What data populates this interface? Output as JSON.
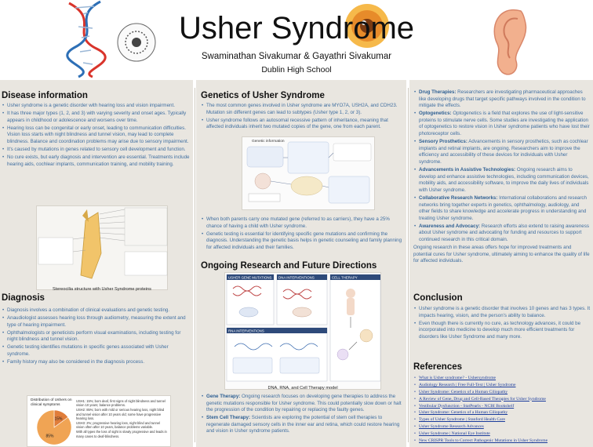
{
  "header": {
    "title": "Usher Syndrome",
    "authors": "Swaminathan Sivakumar & Gayathri Sivakumar",
    "school": "Dublin High School"
  },
  "disease": {
    "heading": "Disease information",
    "bullets": [
      "Usher syndrome is a genetic disorder with hearing loss and vision impairment.",
      "It has three major types (1, 2, and 3) with varying severity and onset ages. Typically appears in childhood or adolescence and worsens over time.",
      "Hearing loss can be congenital or early onset, leading to communication difficulties. Vision loss starts with night blindness and tunnel vision, may lead to complete blindness. Balance and coordination problems may arise due to sensory impairment.",
      "It's caused by mutations in genes related to sensory cell development and function.",
      "No cure exists, but early diagnosis and intervention are essential. Treatments include hearing aids, cochlear implants, communication training, and mobility training."
    ],
    "figure_caption": "Stereocilia structure with Usher Syndrome proteins"
  },
  "diagnosis": {
    "heading": "Diagnosis",
    "bullets": [
      "Diagnosis involves a combination of clinical evaluations and genetic testing.",
      "Anaudiologist assesses hearing loss through audiometry, measuring the extent and type of hearing impairment.",
      "Ophthalmologists or geneticists perform visual examinations, including testing for night blindness and tunnel vision.",
      "Genetic testing identifies mutations in specific genes associated with Usher syndrome.",
      "Family history may also be considered in the diagnosis process."
    ],
    "pie": {
      "title": "Distribution of Ushers on clinical symptoms",
      "slices": [
        {
          "label": "USH1",
          "value": 15,
          "display": "15%",
          "color": "#e07d3a"
        },
        {
          "label": "USH2",
          "value": 85,
          "display": "85%",
          "color": "#f0a454"
        },
        {
          "label": "USH3",
          "value": 0,
          "display": "",
          "color": "#c9c9c9"
        }
      ],
      "legend": [
        "USH1: 15%; born deaf, first signs of night blindness and tunnel vision 10 years; balance problems.",
        "USH2: 85%; born with mild or serious hearing loss, night blind and tunnel vision after 10 years old; some have progressive hearing loss.",
        "USH3: 2%; progressive hearing loss, night blind and tunnel vision often after 10 years, balance problems variable.",
        "With all types the loss of sight is slowly progressive and leads in many cases to deaf-blindness."
      ]
    }
  },
  "genetics": {
    "heading": "Genetics of Usher Syndrome",
    "bullets_top": [
      "The most common genes involved in Usher syndrome are MYO7A, USH2A, and CDH23. Mutation sin different genes can lead to subtypes (Usher type 1, 2, or 3).",
      "Usher syndrome follows an autosomal recessive pattern of inheritance, meaning that affected individuals inherit two mutated copies of the gene, one from each parent."
    ],
    "figure_title": "Genetic information",
    "bullets_bottom": [
      "When both parents carry one mutated gene (referred to as carriers), they have a 25% chance of having a child with Usher syndrome.",
      "Genetic testing is essential for identifying specific gene mutations and confirming the diagnosis. Understanding the genetic basis helps in genetic counseling and family planning for affected individuals and their families."
    ]
  },
  "research": {
    "heading": "Ongoing Research and Future Directions",
    "panels": [
      "USHER GENE MUTATIONS",
      "DNA INTERVENTIONS",
      "CELL THERAPY",
      "RNA INTERVENTIONS"
    ],
    "figure_caption": "DNA, RNA, and Cell Therapy model",
    "bullets": [
      {
        "label": "Gene Therapy:",
        "text": " Ongoing research focuses on developing gene therapies to address the genetic mutations responsible for Usher syndrome. This could potentially slow down or halt the progression of the condition by repairing or replacing the faulty genes."
      },
      {
        "label": "Stem Cell Therapy:",
        "text": " Scientists are exploring the potential of stem cell therapies to regenerate damaged sensory cells in the inner ear and retina, which could restore hearing and vision in Usher syndrome patients."
      }
    ]
  },
  "right": {
    "bullets": [
      {
        "label": "Drug Therapies:",
        "text": " Researchers are investigating pharmaceutical approaches like developing drugs that target specific pathways involved in the condition to mitigate the effects."
      },
      {
        "label": "Optogenetics:",
        "text": " Optogenetics is a field that explores the use of light-sensitive proteins to stimulate nerve cells. Some studies are investigating the application of optogenetics to restore vision in Usher syndrome patients who have lost their photoreceptor cells."
      },
      {
        "label": "Sensory Prosthetics:",
        "text": " Advancements in sensory prosthetics, such as cochlear implants and retinal implants, are ongoing. Researchers aim to improve the efficiency and accessibility of these devices for individuals with Usher syndrome."
      },
      {
        "label": "Advancements in Assistive Technologies:",
        "text": " Ongoing research aims to develop and enhance assistive technologies, including communication devices, mobility aids, and accessibility software, to improve the daily lives of individuals with Usher syndrome."
      },
      {
        "label": "Collaborative Research Networks:",
        "text": " International collaborations and research networks bring together experts in genetics, ophthalmology, audiology, and other fields to share knowledge and accelerate progress in understanding and treating Usher syndrome."
      },
      {
        "label": "Awareness and Advocacy:",
        "text": " Research efforts also extend to raising awareness about Usher syndrome and advocating for funding and resources to support continued research in this critical domain."
      }
    ],
    "closing": "Ongoing research in these areas offers hope for improved treatments and potential cures for Usher syndrome, ultimately aiming to enhance the quality of life for affected individuals."
  },
  "conclusion": {
    "heading": "Conclusion",
    "bullets": [
      "Usher syndrome is a genetic disorder that involves 10 genes and has 3 types. It impacts hearing, vision, and the person's ability to balance.",
      "Even though there is currently no cure, as technology advances, it could be incorporated into medicine to develop much more efficient treatments for disorders like Usher Syndrome and many more."
    ]
  },
  "references": {
    "heading": "References",
    "items": [
      "What is Usher syndrome? - Ushersyndrome",
      "Audiology Research | Free Full-Text | Usher Syndrome",
      "Usher Syndrome: Genetics of a Human Ciliopathy",
      "A Review of Gene, Drug and Cell-Based Therapies for Usher Syndrome",
      "Vestibular Dysfunction - StatPearls - NCBI Bookshelf",
      "Usher Syndrome: Genetics of a Human Ciliopathy",
      "Types of Usher Syndrome | Stanford Health Care",
      "Usher Syndrome Research Advances",
      "Usher Syndrome | National Eye Institute",
      "New CRISPR Tools to Correct Pathogenic Mutations in Usher Syndrome"
    ]
  },
  "colors": {
    "text_blue": "#3f6ea0",
    "link": "#1a3c9c",
    "band": "#e9e6e0"
  }
}
